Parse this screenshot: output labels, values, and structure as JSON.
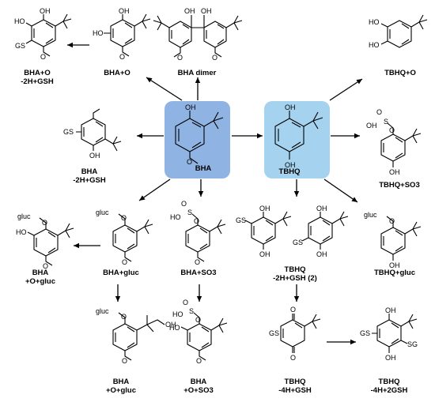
{
  "colors": {
    "bha_box": "#8fb4e3",
    "tbhq_box": "#a5d3ef",
    "ink": "#000000"
  },
  "center": {
    "bha": {
      "label": "BHA",
      "atoms": [
        "OH",
        "O"
      ]
    },
    "tbhq": {
      "label": "TBHQ",
      "atoms": [
        "OH",
        "OH"
      ]
    }
  },
  "labels": {
    "bha_o_2h_gsh": [
      "BHA+O",
      "-2H+GSH"
    ],
    "bha_o": [
      "BHA+O"
    ],
    "bha_dimer": [
      "BHA dimer"
    ],
    "tbhq_o": [
      "TBHQ+O"
    ],
    "bha_2h_gsh": [
      "BHA",
      "-2H+GSH"
    ],
    "tbhq_so3": [
      "TBHQ+SO3"
    ],
    "bha_o_gluc": [
      "BHA",
      "+O+gluc"
    ],
    "bha_gluc": [
      "BHA+gluc"
    ],
    "bha_so3": [
      "BHA+SO3"
    ],
    "tbhq_2h_gsh": [
      "TBHQ",
      "-2H+GSH (2)"
    ],
    "tbhq_gluc": [
      "TBHQ+gluc"
    ],
    "bha_o_gluc_2": [
      "BHA",
      "+O+gluc"
    ],
    "bha_o_so3": [
      "BHA",
      "+O+SO3"
    ],
    "tbhq_4h_gsh": [
      "TBHQ",
      "-4H+GSH"
    ],
    "tbhq_4h_2gsh": [
      "TBHQ",
      "-4H+2GSH"
    ]
  },
  "atoms": {
    "oh": "OH",
    "ho": "HO",
    "o": "O",
    "gs": "GS",
    "sg": "SG",
    "gluc": "gluc",
    "s": "S"
  }
}
